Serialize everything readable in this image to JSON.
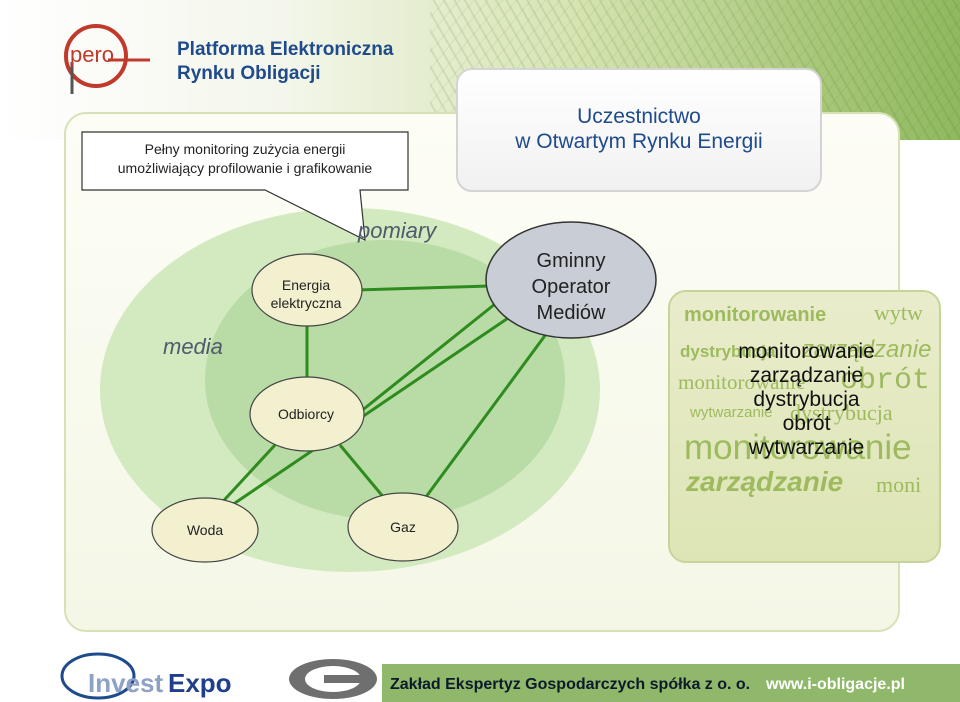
{
  "header": {
    "title_line1": "Platforma Elektroniczna",
    "title_line2": "Rynku Obligacji",
    "logo_text": "pero"
  },
  "callout": {
    "line1": "Pełny monitoring zużycia energii",
    "line2": "umożliwiający profilowanie i grafikowanie"
  },
  "uoe_box": {
    "line1": "Uczestnictwo",
    "line2": "w Otwartym Rynku Energii"
  },
  "diagram": {
    "label_pomiary": "pomiary",
    "label_media": "media",
    "node_energia_line1": "Energia",
    "node_energia_line2": "elektryczna",
    "node_odbiorcy": "Odbiorcy",
    "node_woda": "Woda",
    "node_gaz": "Gaz",
    "node_gom_line1": "Gminny",
    "node_gom_line2": "Operator",
    "node_gom_line3": "Mediów"
  },
  "words_panel": {
    "background_words": [
      "monitorowanie",
      "wytw",
      "dystrybucja",
      "zarządzanie",
      "monitorowanie",
      "obrót",
      "wytwarzanie",
      "dystrybucja",
      "monitorowanie",
      "zarządzanie",
      "moni"
    ],
    "foreground_words": [
      "monitorowanie",
      "zarządzanie",
      "dystrybucja",
      "obrót",
      "wytwarzanie"
    ]
  },
  "footer": {
    "company": "Zakład Ekspertyz Gospodarczych spółka z o. o.",
    "url": "www.i-obligacje.pl",
    "logo_invest": "Invest",
    "logo_expo": "Expo"
  },
  "colors": {
    "title_blue": "#1f4a8c",
    "node_fill": "#f3f0cf",
    "line_green": "#2e8b1e",
    "ellipse_light": "#cfe7bd",
    "ellipse_dark": "#b7d9a4"
  }
}
